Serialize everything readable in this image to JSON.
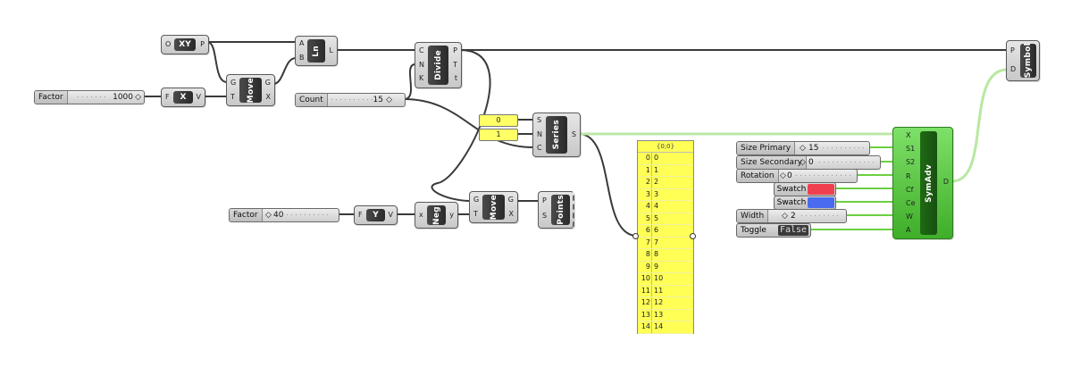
{
  "components": {
    "xy": {
      "label": "XY",
      "inputs": [
        "O"
      ],
      "outputs": [
        "P"
      ]
    },
    "ln": {
      "label": "Ln",
      "inputs": [
        "A",
        "B"
      ],
      "outputs": [
        "L"
      ]
    },
    "move1": {
      "label": "Move",
      "inputs": [
        "G",
        "T"
      ],
      "outputs": [
        "G",
        "X"
      ]
    },
    "unit_x": {
      "label": "X",
      "inputs": [
        "F"
      ],
      "outputs": [
        "V"
      ]
    },
    "divide": {
      "label": "Divide",
      "inputs": [
        "C",
        "N",
        "K"
      ],
      "outputs": [
        "P",
        "T",
        "t"
      ]
    },
    "series": {
      "label": "Series",
      "inputs": [
        "S",
        "N",
        "C"
      ],
      "outputs": [
        "S"
      ]
    },
    "unit_y": {
      "label": "Y",
      "inputs": [
        "F"
      ],
      "outputs": [
        "V"
      ]
    },
    "neg": {
      "label": "Neg",
      "inputs": [
        "x"
      ],
      "outputs": [
        "y"
      ]
    },
    "move2": {
      "label": "Move",
      "inputs": [
        "G",
        "T"
      ],
      "outputs": [
        "G",
        "X"
      ]
    },
    "points": {
      "label": "Points",
      "inputs": [
        "P",
        "S"
      ]
    },
    "symbol": {
      "label": "Symbol",
      "inputs": [
        "P",
        "D"
      ]
    },
    "symadv": {
      "label": "SymAdv",
      "inputs": [
        "X",
        "S1",
        "S2",
        "R",
        "Cf",
        "Ce",
        "W",
        "A"
      ],
      "outputs": [
        "D"
      ]
    }
  },
  "sliders": {
    "factor1": {
      "label": "Factor",
      "value": "1000"
    },
    "count": {
      "label": "Count",
      "value": "15"
    },
    "factor2": {
      "label": "Factor",
      "value": "40"
    },
    "size_primary": {
      "label": "Size Primary",
      "value": "15"
    },
    "size_secondary": {
      "label": "Size Secondary",
      "value": "0"
    },
    "rotation": {
      "label": "Rotation",
      "value": "0"
    },
    "width": {
      "label": "Width",
      "value": "2"
    }
  },
  "numbers": {
    "start": "0",
    "step": "1"
  },
  "swatches": [
    {
      "label": "Swatch",
      "color": "#f04050"
    },
    {
      "label": "Swatch",
      "color": "#4a6af0"
    }
  ],
  "toggle": {
    "label": "Toggle",
    "value": "False"
  },
  "panel": {
    "header": "{0;0}",
    "rows": [
      [
        "0",
        "0"
      ],
      [
        "1",
        "1"
      ],
      [
        "2",
        "2"
      ],
      [
        "3",
        "3"
      ],
      [
        "4",
        "4"
      ],
      [
        "5",
        "5"
      ],
      [
        "6",
        "6"
      ],
      [
        "7",
        "7"
      ],
      [
        "8",
        "8"
      ],
      [
        "9",
        "9"
      ],
      [
        "10",
        "10"
      ],
      [
        "11",
        "11"
      ],
      [
        "12",
        "12"
      ],
      [
        "13",
        "13"
      ],
      [
        "14",
        "14"
      ]
    ]
  },
  "colors": {
    "wire": "#3a3a3a",
    "selected_wire": "#6ad040",
    "panel": "#ffff55",
    "green_component": "#4cc034"
  }
}
